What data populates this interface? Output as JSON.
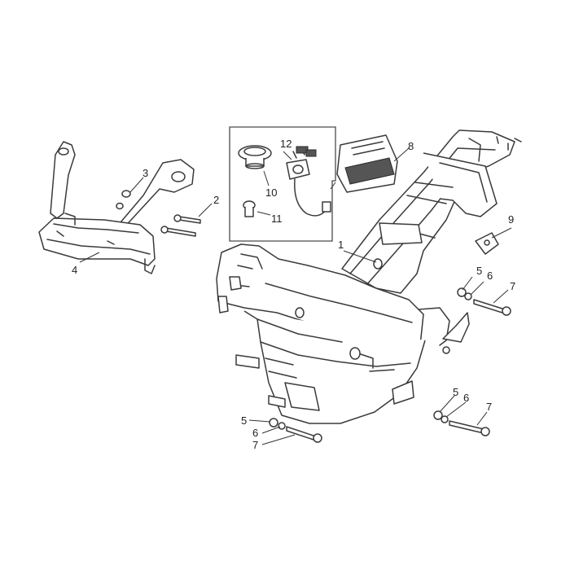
{
  "diagram": {
    "callouts": [
      "1",
      "2",
      "3",
      "4",
      "5",
      "6",
      "7",
      "8",
      "9",
      "10",
      "11",
      "12",
      "5",
      "6",
      "7",
      "5",
      "6",
      "7"
    ]
  }
}
